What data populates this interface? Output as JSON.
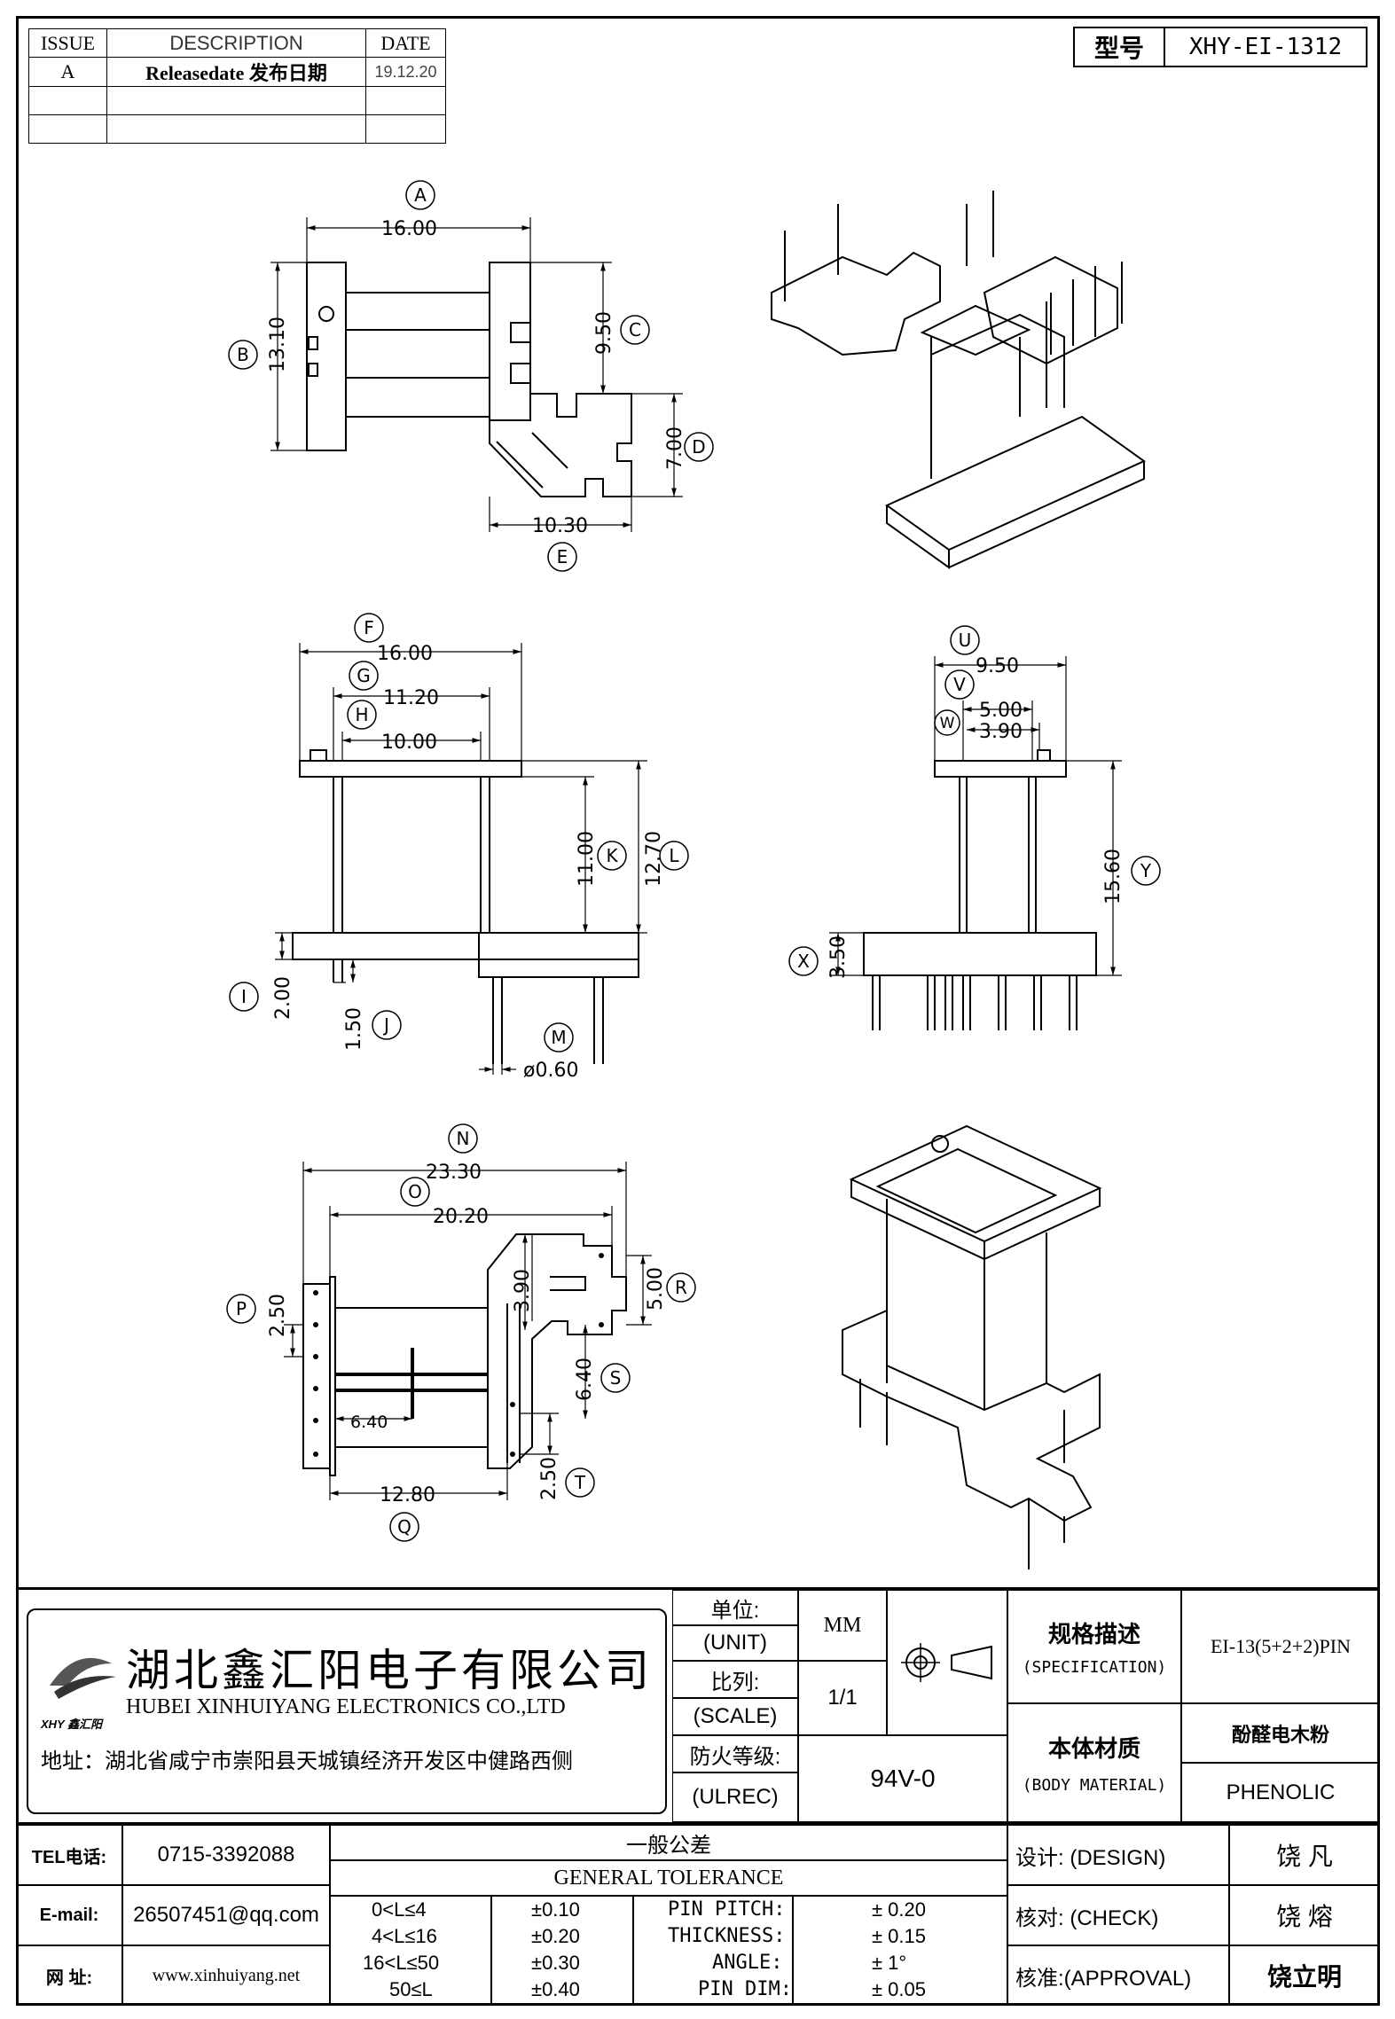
{
  "revision": {
    "headers": {
      "issue": "ISSUE",
      "description": "DESCRIPTION",
      "date": "DATE"
    },
    "rows": [
      {
        "issue": "A",
        "description": "Releasedate 发布日期",
        "date": "19.12.20"
      }
    ]
  },
  "model": {
    "label": "型号",
    "value": "XHY-EI-1312"
  },
  "dims": {
    "top": {
      "A": "16.00",
      "B": "13.10",
      "C": "9.50",
      "D": "7.00",
      "E": "10.30"
    },
    "front": {
      "F": "16.00",
      "G": "11.20",
      "H": "10.00",
      "K": "11.00",
      "L": "12.70",
      "I": "2.00",
      "J": "1.50",
      "M": "ø0.60"
    },
    "side": {
      "U": "9.50",
      "V": "5.00",
      "W": "3.90",
      "Y": "15.60",
      "X": "3.50"
    },
    "bottom": {
      "N": "23.30",
      "O": "20.20",
      "P": "2.50",
      "R": "5.00",
      "S1": "3.90",
      "S": "6.40",
      "inner": "6.40",
      "Q": "12.80",
      "T": "2.50"
    }
  },
  "company": {
    "name_cn": "湖北鑫汇阳电子有限公司",
    "name_en": "HUBEI XINHUIYANG ELECTRONICS CO.,LTD",
    "address": "地址：湖北省咸宁市崇阳县天城镇经济开发区中健路西侧",
    "logo_text": "XHY 鑫汇阳"
  },
  "spec_block": {
    "unit_cn": "单位:",
    "unit_en": "(UNIT)",
    "unit_val": "MM",
    "scale_cn": "比列:",
    "scale_en": "(SCALE)",
    "scale_val": "1/1",
    "fire_cn": "防火等级:",
    "fire_en": "(ULREC)",
    "fire_val": "94V-0",
    "spec_cn": "规格描述",
    "spec_en": "(SPECIFICATION)",
    "spec_val": "EI-13(5+2+2)PIN",
    "mat_cn": "本体材质",
    "mat_en": "(BODY MATERIAL)",
    "mat_cn_val": "酚醛电木粉",
    "mat_en_val": "PHENOLIC"
  },
  "contact": {
    "tel_label": "TEL电话:",
    "tel": "0715-3392088",
    "email_label": "E-mail:",
    "email": "26507451@qq.com",
    "web_label": "网  址:",
    "web": "www.xinhuiyang.net"
  },
  "tolerance": {
    "title_cn": "一般公差",
    "title_en": "GENERAL TOLERANCE",
    "rows": [
      {
        "range": "0<L≤4",
        "tol": "±0.10",
        "item": "PIN PITCH:",
        "val": "±  0.20"
      },
      {
        "range": "4<L≤16",
        "tol": "±0.20",
        "item": "THICKNESS:",
        "val": "±  0.15"
      },
      {
        "range": "16<L≤50",
        "tol": "±0.30",
        "item": "ANGLE:",
        "val": "±  1°"
      },
      {
        "range": "50≤L",
        "tol": "±0.40",
        "item": "PIN DIM:",
        "val": "±  0.05"
      }
    ]
  },
  "signoff": {
    "design_label": "设计: (DESIGN)",
    "design_name": "饶  凡",
    "check_label": "核对: (CHECK)",
    "check_name": "饶  熔",
    "approval_label": "核准:(APPROVAL)",
    "approval_name": "饶立明"
  }
}
